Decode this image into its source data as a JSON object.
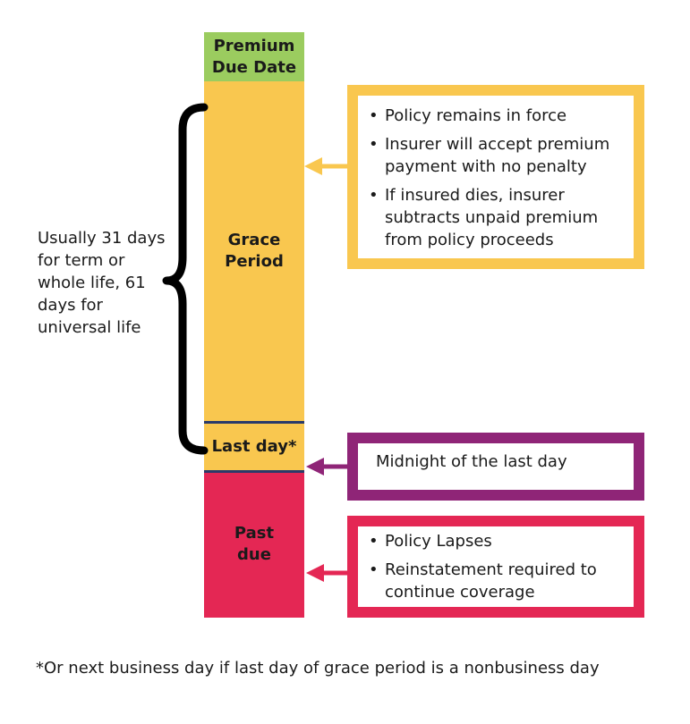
{
  "segments": {
    "premium_due_date": "Premium Due Date",
    "grace_period": "Grace Period",
    "last_day": "Last day*",
    "past_due": "Past due"
  },
  "side_note": "Usually 31 days for term or whole life, 61 days for universal life",
  "grace_box": {
    "bullets": [
      "Policy remains in force",
      "Insurer will accept premium payment with no penalty",
      "If insured dies, insurer subtracts unpaid premium from policy proceeds"
    ]
  },
  "last_day_box": {
    "text": "Midnight of the last day"
  },
  "past_due_box": {
    "bullets": [
      "Policy Lapses",
      "Reinstatement required to continue coverage"
    ]
  },
  "footnote": "*Or next business day if last day of grace period is a nonbusiness day",
  "colors": {
    "green": "#9bcc5f",
    "yellow": "#f9c74f",
    "purple": "#8f2577",
    "red": "#e42754",
    "divider": "#2a3a6a"
  },
  "icons": {
    "brace": "curly-brace",
    "arrows": "left-arrow"
  }
}
